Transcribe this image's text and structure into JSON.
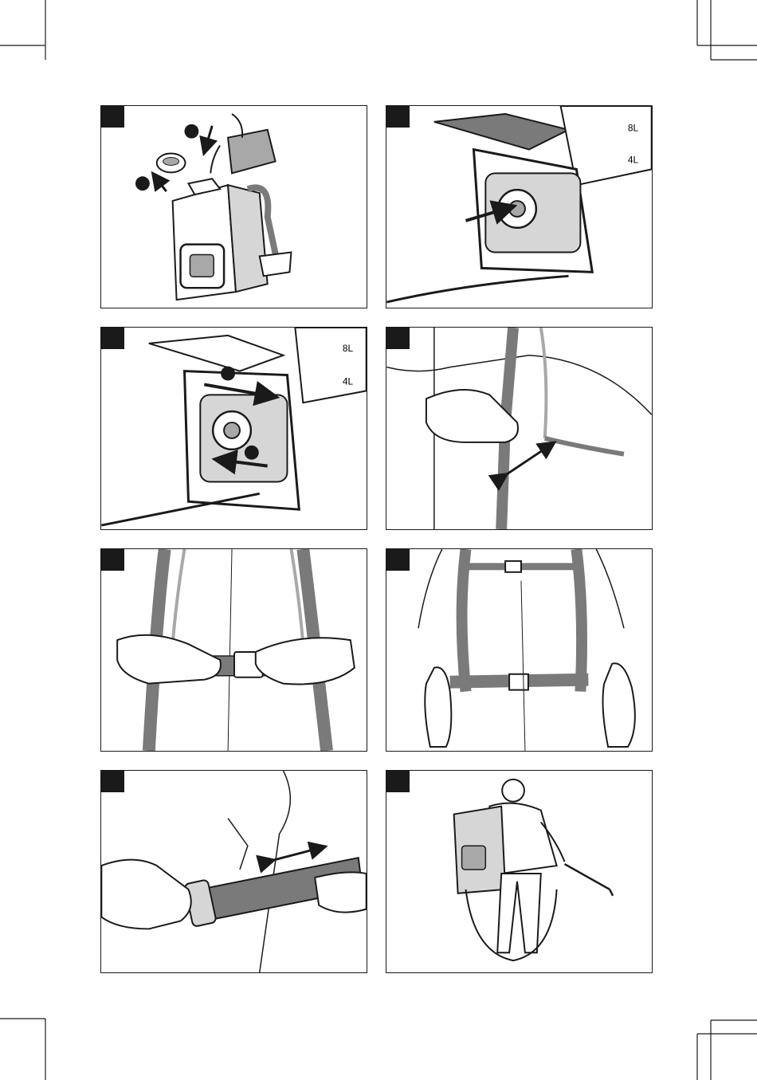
{
  "panels": [
    {
      "id": "fill-tank",
      "callouts": [
        "",
        ""
      ],
      "marks": []
    },
    {
      "id": "insert-battery",
      "callouts": [],
      "marks": [
        "8L",
        "4L"
      ]
    },
    {
      "id": "remove-battery",
      "callouts": [
        "",
        ""
      ],
      "marks": [
        "8L",
        "4L"
      ]
    },
    {
      "id": "adjust-shoulder-strap",
      "callouts": [],
      "marks": []
    },
    {
      "id": "fasten-chest-buckle",
      "callouts": [],
      "marks": []
    },
    {
      "id": "fasten-waist-belt",
      "callouts": [],
      "marks": []
    },
    {
      "id": "adjust-belt-length",
      "callouts": [],
      "marks": []
    },
    {
      "id": "wear-sprayer",
      "callouts": [],
      "marks": []
    }
  ],
  "colors": {
    "ink": "#1a1a1a",
    "strap": "#7a7a7a",
    "shade": "#a8a8a8",
    "light": "#d6d6d6"
  },
  "icons": [
    "crop-mark",
    "arrow-icon",
    "double-arrow-icon",
    "callout-circle"
  ]
}
